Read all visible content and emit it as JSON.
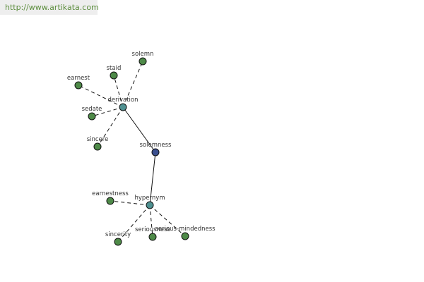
{
  "site": {
    "url_text": "http://www.artikata.com"
  },
  "colors": {
    "leaf": "#4e8a48",
    "relation": "#4e9090",
    "center": "#3a4f8f",
    "watermark_text": "#5b8d3c"
  },
  "graph": {
    "center": {
      "id": "solemness",
      "label": "solemness"
    },
    "relations": [
      {
        "id": "derivation",
        "label": "derivation",
        "leaves": [
          {
            "id": "solemn",
            "label": "solemn"
          },
          {
            "id": "staid",
            "label": "staid"
          },
          {
            "id": "earnest",
            "label": "earnest"
          },
          {
            "id": "sedate",
            "label": "sedate"
          },
          {
            "id": "sincere",
            "label": "sincere"
          }
        ]
      },
      {
        "id": "hypernym",
        "label": "hypernym",
        "leaves": [
          {
            "id": "earnestness",
            "label": "earnestness"
          },
          {
            "id": "sincerity",
            "label": "sincerity"
          },
          {
            "id": "seriousness",
            "label": "seriousness"
          },
          {
            "id": "serious-mindedness",
            "label": "serious-mindedness"
          }
        ]
      }
    ]
  }
}
